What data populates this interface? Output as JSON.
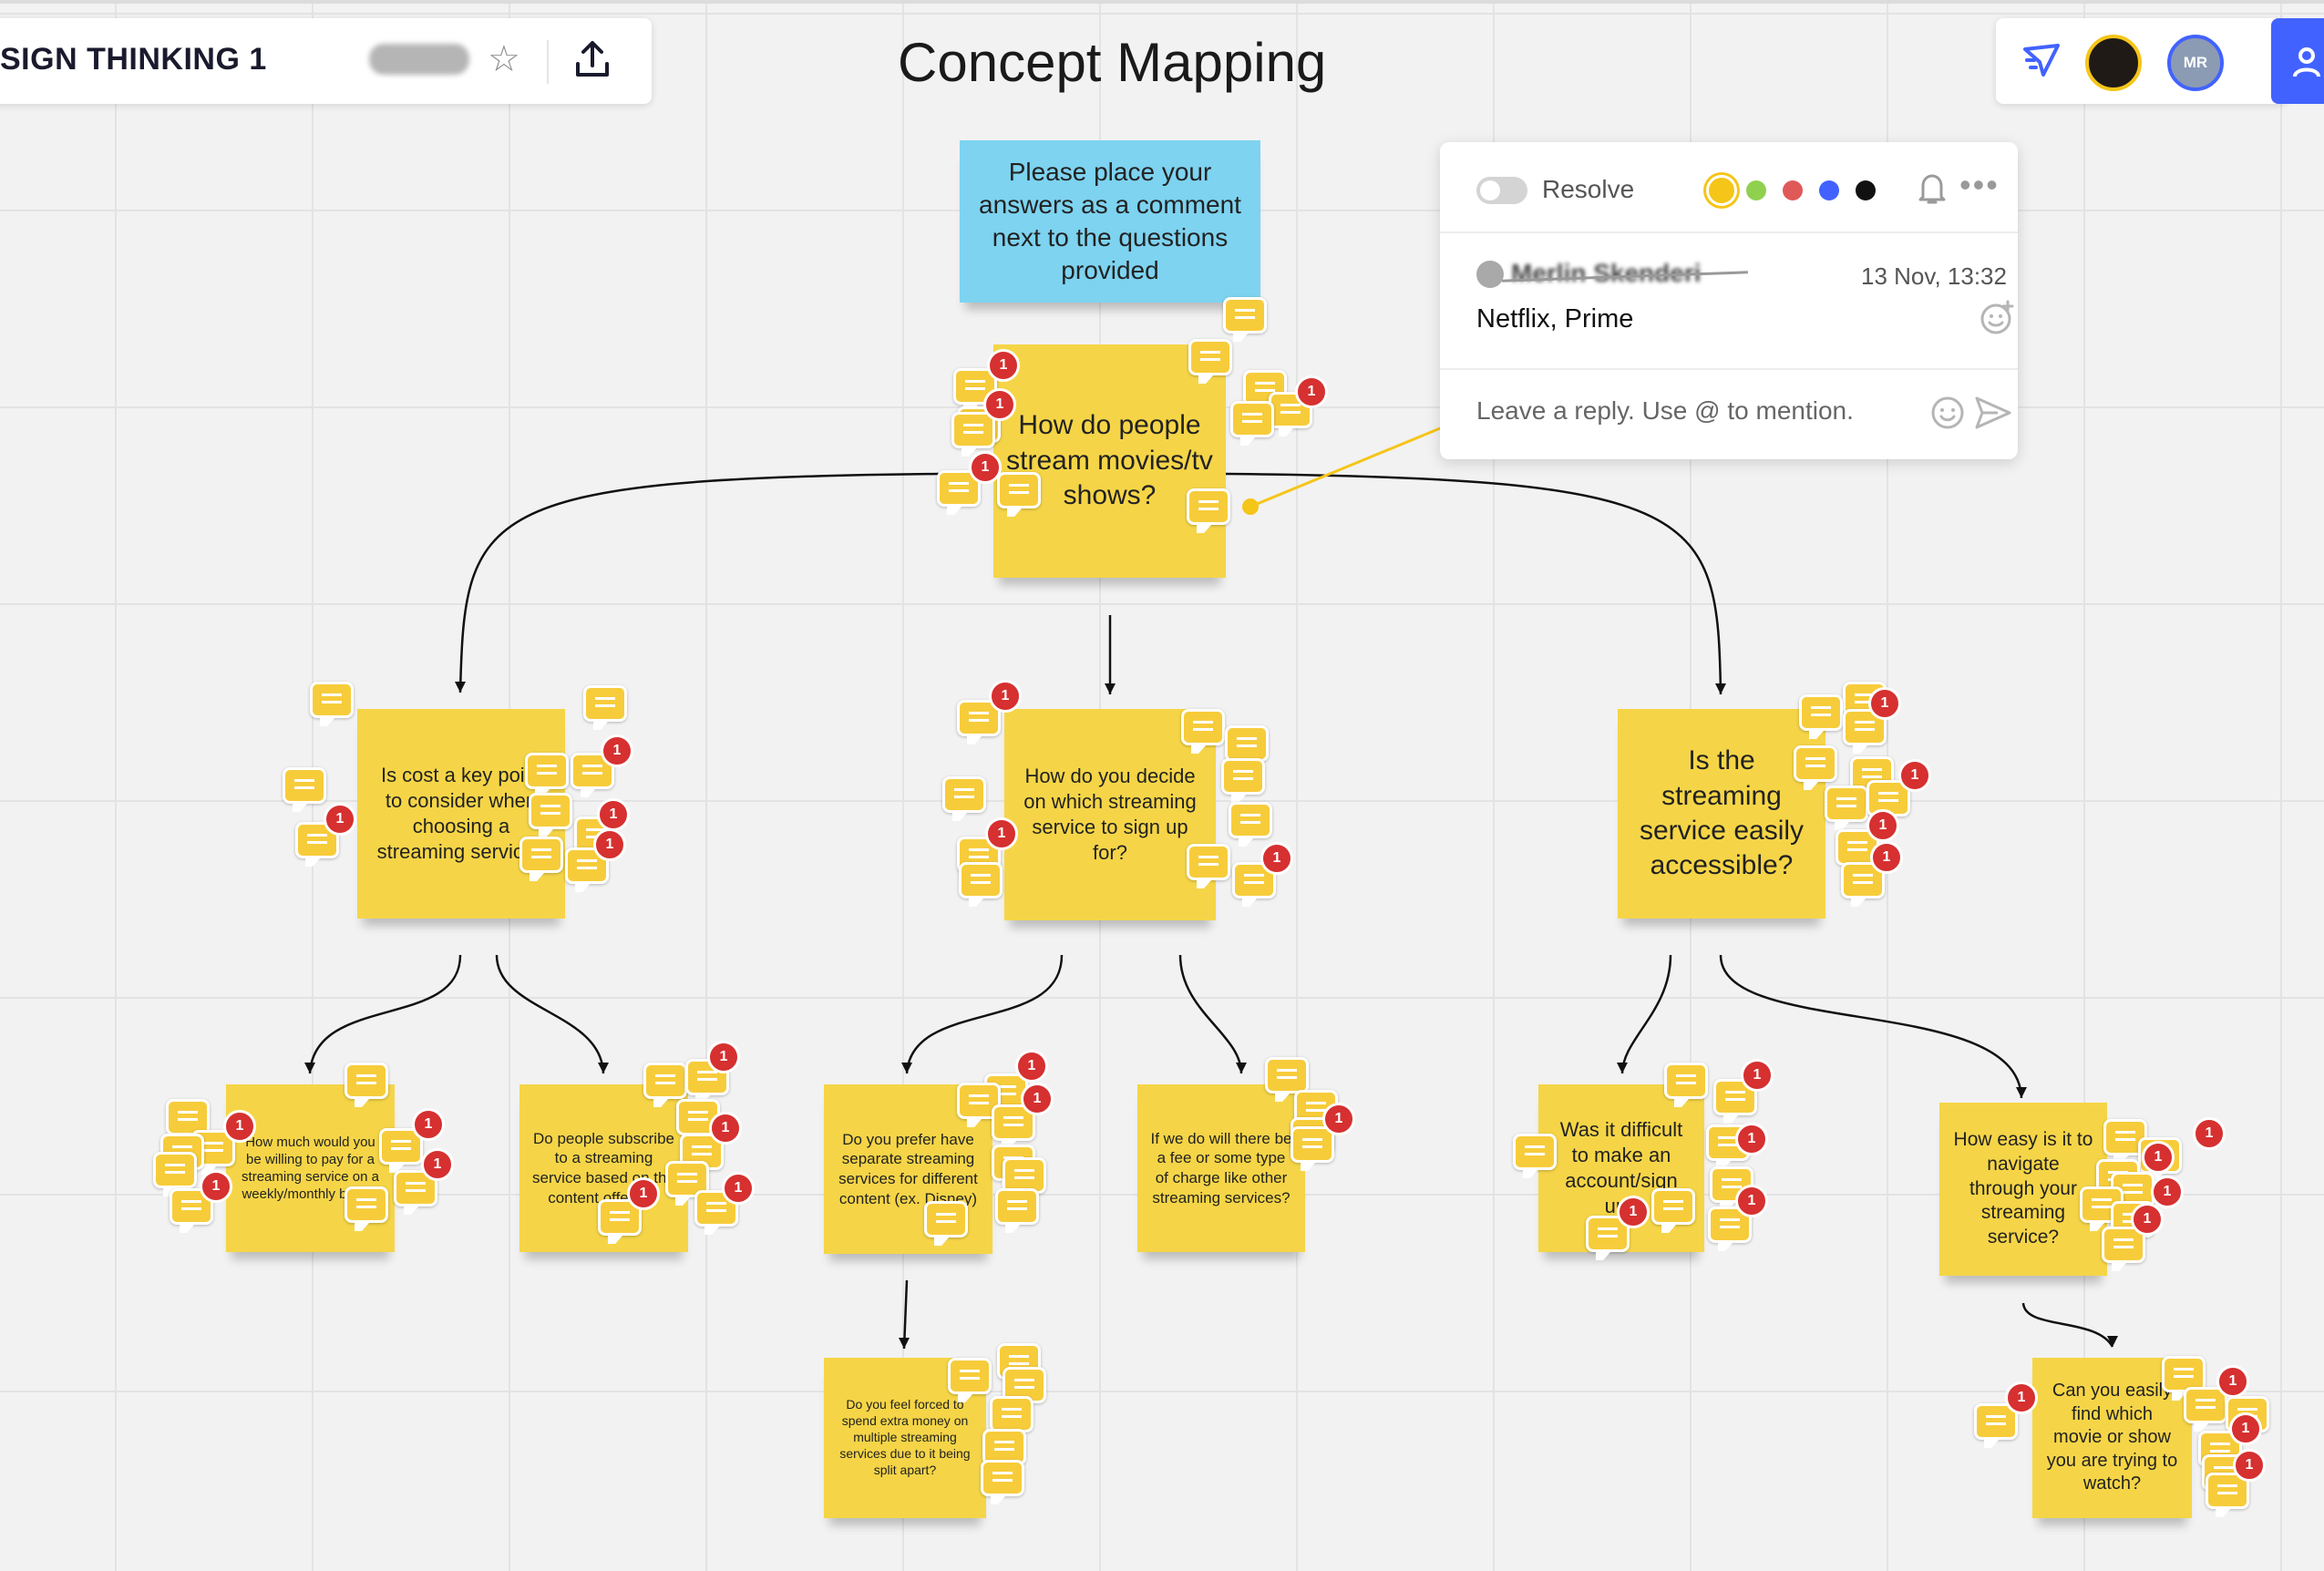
{
  "board": {
    "name": "SIGN THINKING 1",
    "frame_title": "Concept Mapping"
  },
  "collaborators": {
    "initials": "MR"
  },
  "notes": {
    "instructions": "Please place your answers as a comment next to the questions provided",
    "root": "How do people stream movies/tv shows?",
    "q_cost": "Is cost a key point to consider when choosing a streaming service?",
    "q_decide": "How do you decide on which streaming service to sign up for?",
    "q_access": "Is the streaming service easily accessible?",
    "q_pay": "How much would you be willing to pay for a streaming service on a weekly/monthly basis?",
    "q_subscribe": "Do people subscribe to a streaming service based on the content offered?",
    "q_separate": "Do you prefer have separate streaming services for different content (ex. Disney)",
    "q_fee": "If we do will there be a fee or some type of charge like other streaming services?",
    "q_difficult": "Was it difficult to make an account/sign up?",
    "q_navigate": "How easy is it to navigate through your streaming service?",
    "q_forced": "Do you feel forced to spend extra money on multiple streaming services due to it being split apart?",
    "q_find": "Can you easily find which movie or show you are trying to watch?"
  },
  "comment_panel": {
    "resolve_label": "Resolve",
    "author": "Merlin Skenderi",
    "date": "13 Nov, 13:32",
    "body": "Netflix, Prime",
    "reply_placeholder": "Leave a reply. Use @ to mention.",
    "colors": [
      "#f5c518",
      "#8fd14f",
      "#e05959",
      "#4262ff",
      "#111111"
    ]
  },
  "badge_count": "1",
  "colors": {
    "sticky_yellow": "#f5d547",
    "sticky_blue": "#7dd3f0",
    "comment_marker": "#f7cc3b",
    "badge_red": "#d63030",
    "accent_blue": "#4262ff"
  },
  "icons": [
    "star-icon",
    "export-icon",
    "attention-icon",
    "share-user-icon",
    "bell-icon",
    "more-icon",
    "add-reaction-icon",
    "emoji-icon",
    "send-icon",
    "comment-icon"
  ]
}
